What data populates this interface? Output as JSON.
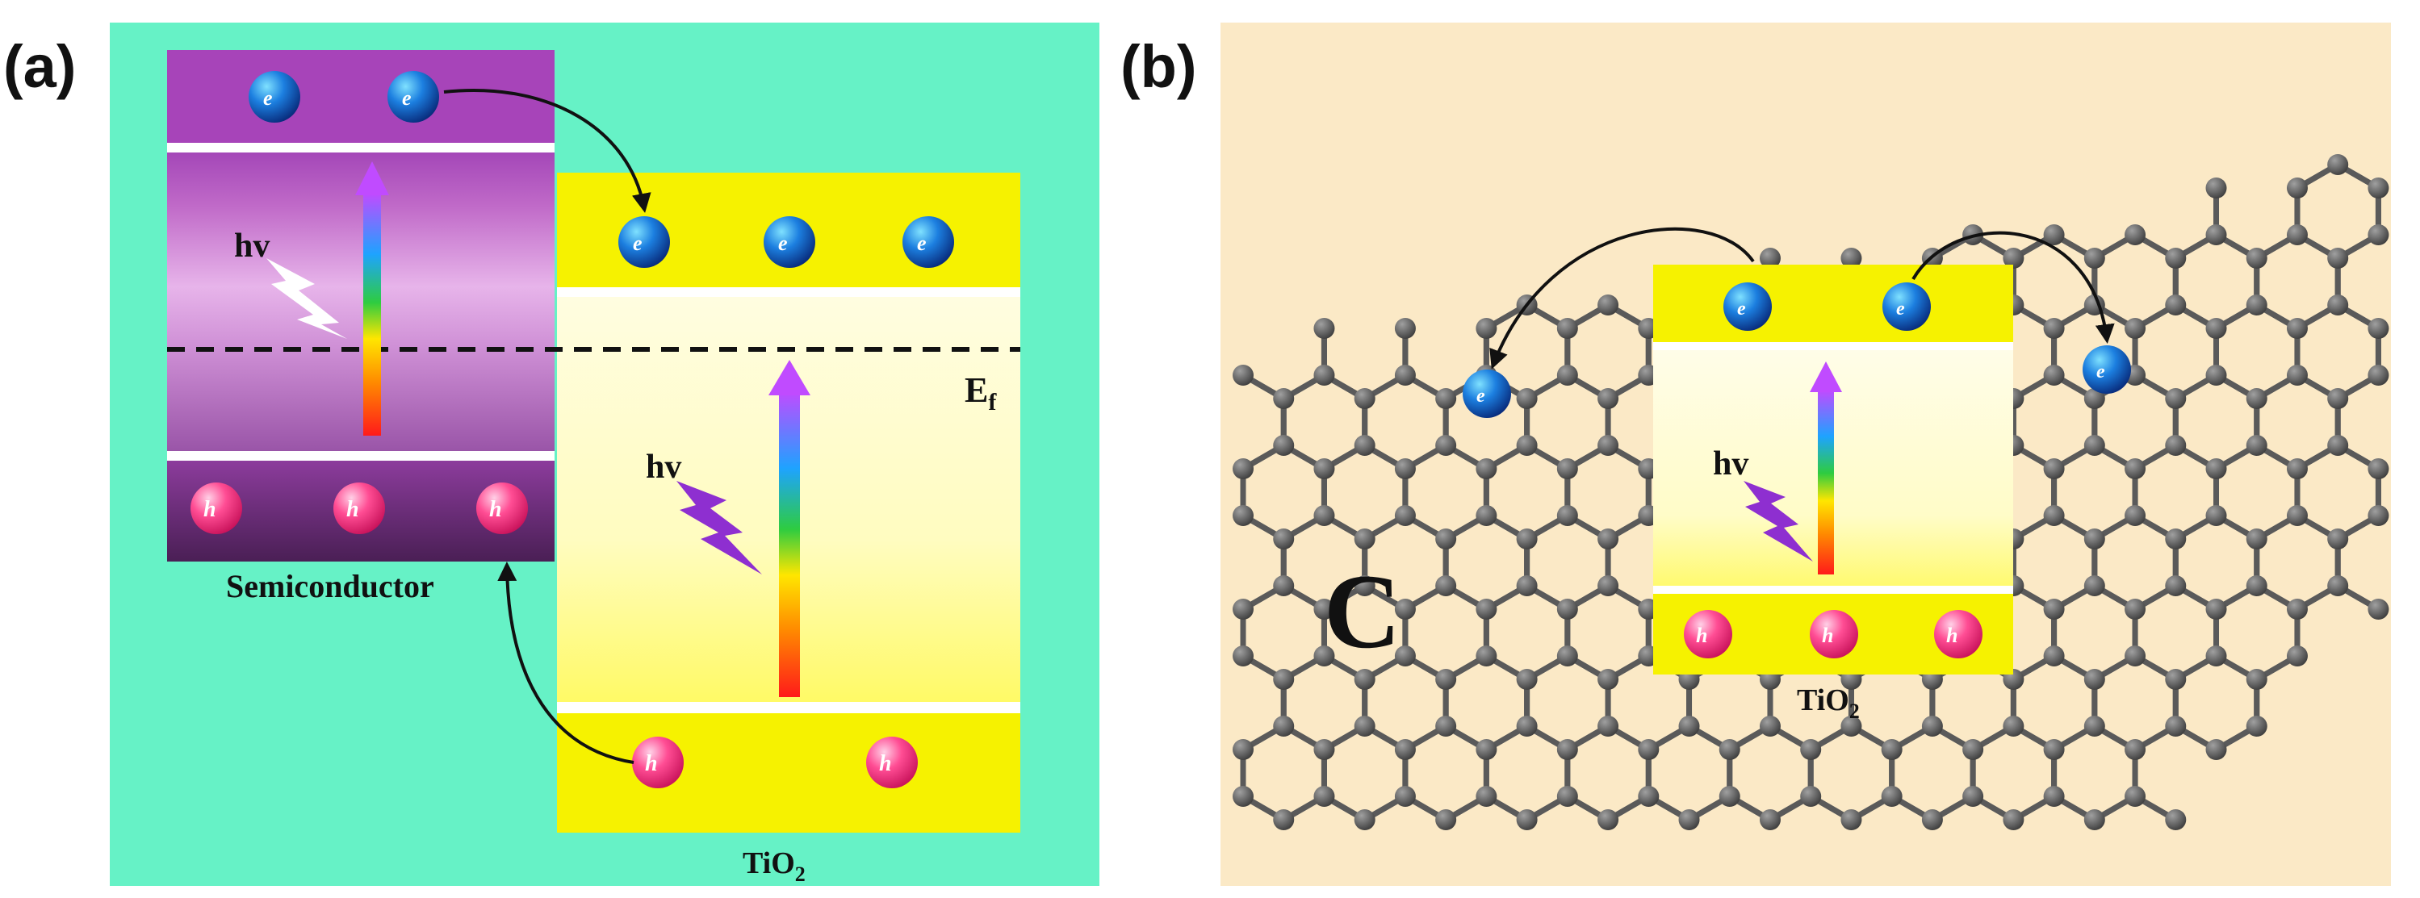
{
  "panel_a": {
    "label": "(a)",
    "semiconductor_label": "Semiconductor",
    "tio2_label": "TiO",
    "tio2_sub": "2",
    "fermi_label": "E",
    "fermi_sub": "f",
    "hv_label": "hv",
    "electron_label": "e",
    "hole_label": "h",
    "colors": {
      "background": "#66f2c6",
      "semiconductor_top": "#9a3fb0",
      "tio2": "#f6f200",
      "hole": "#ff3d7f",
      "electron": "#0c3fa8"
    }
  },
  "panel_b": {
    "label": "(b)",
    "carbon_label": "C",
    "tio2_label": "TiO",
    "tio2_sub": "2",
    "hv_label": "hv",
    "electron_label": "e",
    "hole_label": "h",
    "colors": {
      "background": "#fbe9c6",
      "graphene": "#555555",
      "tio2": "#f6f200"
    }
  }
}
